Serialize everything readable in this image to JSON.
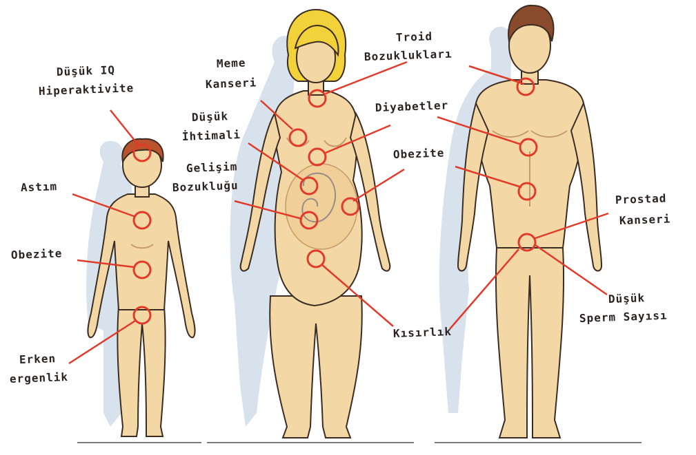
{
  "colors": {
    "skin": "#f3d7a4",
    "skin_shade": "#e5bb84",
    "outline": "#3a2c22",
    "shadow": "#c9d8e6",
    "marker": "#e23a2a",
    "hair_blonde": "#f2d23a",
    "hair_brown": "#8a4b2c",
    "hair_boy": "#b9542e",
    "ground": "#7a7a7a"
  },
  "figures": {
    "child": "child-figure",
    "woman": "pregnant-woman-figure",
    "man": "man-figure"
  },
  "labels": {
    "child_brain": [
      "Düşük IQ",
      "Hiperaktivite"
    ],
    "child_asthma": [
      "Astım"
    ],
    "child_obesity": [
      "Obezite"
    ],
    "child_puberty": [
      "Erken",
      "ergenlik"
    ],
    "woman_breast": [
      "Meme",
      "Kanseri"
    ],
    "woman_miscarriage": [
      "Düşük",
      "İhtimali"
    ],
    "woman_development": [
      "Gelişim",
      "Bozukluğu"
    ],
    "woman_infertility": [
      "Kısırlık"
    ],
    "thyroid": [
      "Troid",
      "Bozuklukları"
    ],
    "diabetes": [
      "Diyabetler"
    ],
    "obesity_mid": [
      "Obezite"
    ],
    "prostate": [
      "Prostad",
      "Kanseri"
    ],
    "sperm": [
      "Düşük",
      "Sperm Sayısı"
    ]
  }
}
